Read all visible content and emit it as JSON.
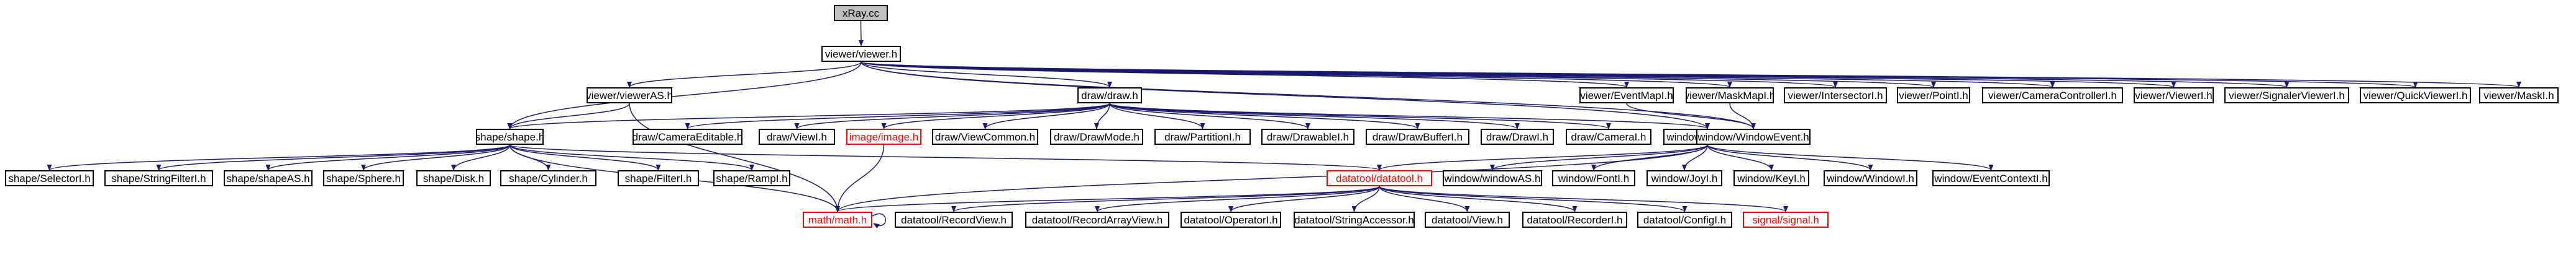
{
  "graph": {
    "colors": {
      "edge": "#191970",
      "node_border": "#000000",
      "missing_border": "#ff0000",
      "root_fill": "#bfbfbf"
    },
    "nodes": [
      {
        "id": "xray",
        "label": "xRay.cc",
        "kind": "root"
      },
      {
        "id": "viewer",
        "label": "viewer/viewer.h"
      },
      {
        "id": "viewerAS",
        "label": "viewer/viewerAS.h"
      },
      {
        "id": "draw",
        "label": "draw/draw.h"
      },
      {
        "id": "eventMapI",
        "label": "viewer/EventMapI.h"
      },
      {
        "id": "maskMapI",
        "label": "viewer/MaskMapI.h"
      },
      {
        "id": "intersectorI",
        "label": "viewer/IntersectorI.h"
      },
      {
        "id": "pointI",
        "label": "viewer/PointI.h"
      },
      {
        "id": "camCtrl",
        "label": "viewer/CameraControllerI.h"
      },
      {
        "id": "viewerI",
        "label": "viewer/ViewerI.h"
      },
      {
        "id": "sigViewer",
        "label": "viewer/SignalerViewerI.h"
      },
      {
        "id": "quickViewer",
        "label": "viewer/QuickViewerI.h"
      },
      {
        "id": "maskI",
        "label": "viewer/MaskI.h"
      },
      {
        "id": "shape",
        "label": "shape/shape.h"
      },
      {
        "id": "camEditable",
        "label": "draw/CameraEditable.h"
      },
      {
        "id": "viewI",
        "label": "draw/ViewI.h"
      },
      {
        "id": "image",
        "label": "image/image.h",
        "kind": "missing"
      },
      {
        "id": "viewCommon",
        "label": "draw/ViewCommon.h"
      },
      {
        "id": "drawMode",
        "label": "draw/DrawMode.h"
      },
      {
        "id": "partitionI",
        "label": "draw/PartitionI.h"
      },
      {
        "id": "drawableI",
        "label": "draw/DrawableI.h"
      },
      {
        "id": "drawBufferI",
        "label": "draw/DrawBufferI.h"
      },
      {
        "id": "drawI",
        "label": "draw/DrawI.h"
      },
      {
        "id": "cameraI",
        "label": "draw/CameraI.h"
      },
      {
        "id": "window",
        "label": "window/window.h"
      },
      {
        "id": "windowEvent",
        "label": "window/WindowEvent.h"
      },
      {
        "id": "selectorI",
        "label": "shape/SelectorI.h"
      },
      {
        "id": "stringFilterI",
        "label": "shape/StringFilterI.h"
      },
      {
        "id": "shapeAS",
        "label": "shape/shapeAS.h"
      },
      {
        "id": "sphere",
        "label": "shape/Sphere.h"
      },
      {
        "id": "disk",
        "label": "shape/Disk.h"
      },
      {
        "id": "cylinder",
        "label": "shape/Cylinder.h"
      },
      {
        "id": "filterI",
        "label": "shape/FilterI.h"
      },
      {
        "id": "rampI",
        "label": "shape/RampI.h"
      },
      {
        "id": "datatool",
        "label": "datatool/datatool.h",
        "kind": "missing"
      },
      {
        "id": "windowAS",
        "label": "window/windowAS.h"
      },
      {
        "id": "fontI",
        "label": "window/FontI.h"
      },
      {
        "id": "joyI",
        "label": "window/JoyI.h"
      },
      {
        "id": "keyI",
        "label": "window/KeyI.h"
      },
      {
        "id": "windowI",
        "label": "window/WindowI.h"
      },
      {
        "id": "eventContextI",
        "label": "window/EventContextI.h"
      },
      {
        "id": "math",
        "label": "math/math.h",
        "kind": "missing"
      },
      {
        "id": "recordView",
        "label": "datatool/RecordView.h"
      },
      {
        "id": "recordArrayView",
        "label": "datatool/RecordArrayView.h"
      },
      {
        "id": "operatorI",
        "label": "datatool/OperatorI.h"
      },
      {
        "id": "stringAccessor",
        "label": "datatool/StringAccessor.h"
      },
      {
        "id": "viewH",
        "label": "datatool/View.h"
      },
      {
        "id": "recorderI",
        "label": "datatool/RecorderI.h"
      },
      {
        "id": "configI",
        "label": "datatool/ConfigI.h"
      },
      {
        "id": "signal",
        "label": "signal/signal.h",
        "kind": "missing"
      }
    ],
    "edges": [
      [
        "xray",
        "viewer"
      ],
      [
        "viewer",
        "viewerAS"
      ],
      [
        "viewer",
        "draw"
      ],
      [
        "viewer",
        "eventMapI"
      ],
      [
        "viewer",
        "maskMapI"
      ],
      [
        "viewer",
        "intersectorI"
      ],
      [
        "viewer",
        "pointI"
      ],
      [
        "viewer",
        "camCtrl"
      ],
      [
        "viewer",
        "viewerI"
      ],
      [
        "viewer",
        "sigViewer"
      ],
      [
        "viewer",
        "quickViewer"
      ],
      [
        "viewer",
        "maskI"
      ],
      [
        "viewer",
        "shape"
      ],
      [
        "viewer",
        "window"
      ],
      [
        "viewer",
        "windowEvent"
      ],
      [
        "viewerAS",
        "shape"
      ],
      [
        "viewerAS",
        "math"
      ],
      [
        "draw",
        "shape"
      ],
      [
        "draw",
        "camEditable"
      ],
      [
        "draw",
        "viewI"
      ],
      [
        "draw",
        "image"
      ],
      [
        "draw",
        "viewCommon"
      ],
      [
        "draw",
        "drawMode"
      ],
      [
        "draw",
        "partitionI"
      ],
      [
        "draw",
        "drawableI"
      ],
      [
        "draw",
        "drawBufferI"
      ],
      [
        "draw",
        "drawI"
      ],
      [
        "draw",
        "cameraI"
      ],
      [
        "draw",
        "window"
      ],
      [
        "eventMapI",
        "windowEvent"
      ],
      [
        "maskMapI",
        "windowEvent"
      ],
      [
        "shape",
        "selectorI"
      ],
      [
        "shape",
        "stringFilterI"
      ],
      [
        "shape",
        "shapeAS"
      ],
      [
        "shape",
        "sphere"
      ],
      [
        "shape",
        "disk"
      ],
      [
        "shape",
        "cylinder"
      ],
      [
        "shape",
        "filterI"
      ],
      [
        "shape",
        "rampI"
      ],
      [
        "shape",
        "math"
      ],
      [
        "shape",
        "datatool"
      ],
      [
        "image",
        "math"
      ],
      [
        "window",
        "windowEvent"
      ],
      [
        "window",
        "datatool"
      ],
      [
        "window",
        "windowAS"
      ],
      [
        "window",
        "fontI"
      ],
      [
        "window",
        "joyI"
      ],
      [
        "window",
        "keyI"
      ],
      [
        "window",
        "windowI"
      ],
      [
        "window",
        "eventContextI"
      ],
      [
        "window",
        "math"
      ],
      [
        "datatool",
        "math"
      ],
      [
        "datatool",
        "recordView"
      ],
      [
        "datatool",
        "recordArrayView"
      ],
      [
        "datatool",
        "operatorI"
      ],
      [
        "datatool",
        "stringAccessor"
      ],
      [
        "datatool",
        "viewH"
      ],
      [
        "datatool",
        "recorderI"
      ],
      [
        "datatool",
        "configI"
      ],
      [
        "datatool",
        "signal"
      ],
      [
        "math",
        "math"
      ]
    ]
  }
}
